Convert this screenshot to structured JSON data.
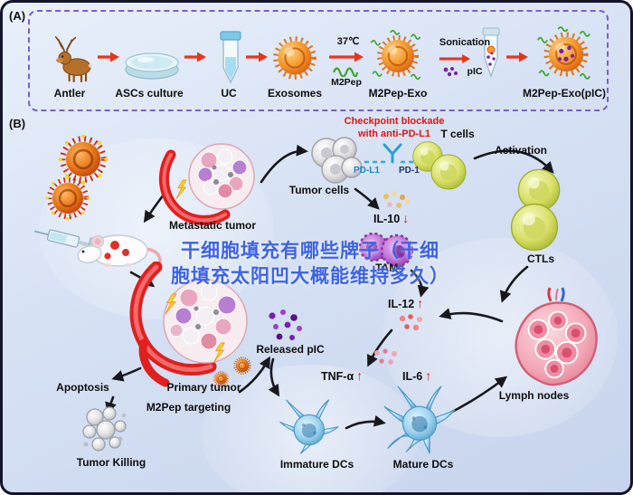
{
  "colors": {
    "panel_border": "#7a5fd0",
    "alert_red": "#e8120e",
    "arrow_red": "#e8341c",
    "watermark_blue": "#3e63ea"
  },
  "watermark": {
    "line1": "干细胞填充有哪些牌子（干细",
    "line2": "胞填充太阳凹大概能维持多久）"
  },
  "panelA": {
    "tag": "(A)",
    "steps": [
      {
        "label": "Antler"
      },
      {
        "label": "ASCs culture"
      },
      {
        "label": "UC"
      },
      {
        "label": "Exosomes"
      },
      {
        "label": "M2Pep-Exo"
      },
      {
        "label": "M2Pep-Exo(pIC)"
      }
    ],
    "annotations": {
      "temperature": "37℃",
      "m2pep": "M2Pep",
      "sonication": "Sonication",
      "pic": "pIC"
    }
  },
  "panelB": {
    "tag": "(B)",
    "checkpoint": {
      "line1": "Checkpoint blockade",
      "line2": "with anti-PD-L1"
    },
    "pd_l1": "PD-L1",
    "pd_1": "PD-1",
    "t_cells": "T cells",
    "activation": "Activation",
    "tumor_cells": "Tumor cells",
    "ctls": "CTLs",
    "metastatic_tumor": "Metastatic tumor",
    "tams": "TAMs",
    "il10": {
      "label": "IL-10",
      "arrow": "↓"
    },
    "il12": {
      "label": "IL-12",
      "arrow": "↑"
    },
    "tnf_alpha": {
      "label": "TNF-α",
      "arrow": "↑"
    },
    "il6": {
      "label": "IL-6",
      "arrow": "↑"
    },
    "released_pic": "Released pIC",
    "lymph_nodes": "Lymph nodes",
    "apoptosis": "Apoptosis",
    "primary_tumor": "Primary tumor",
    "m2pep_targeting": "M2Pep targeting",
    "tumor_killing": "Tumor Killing",
    "immature_dcs": "Immature DCs",
    "mature_dcs": "Mature DCs"
  }
}
